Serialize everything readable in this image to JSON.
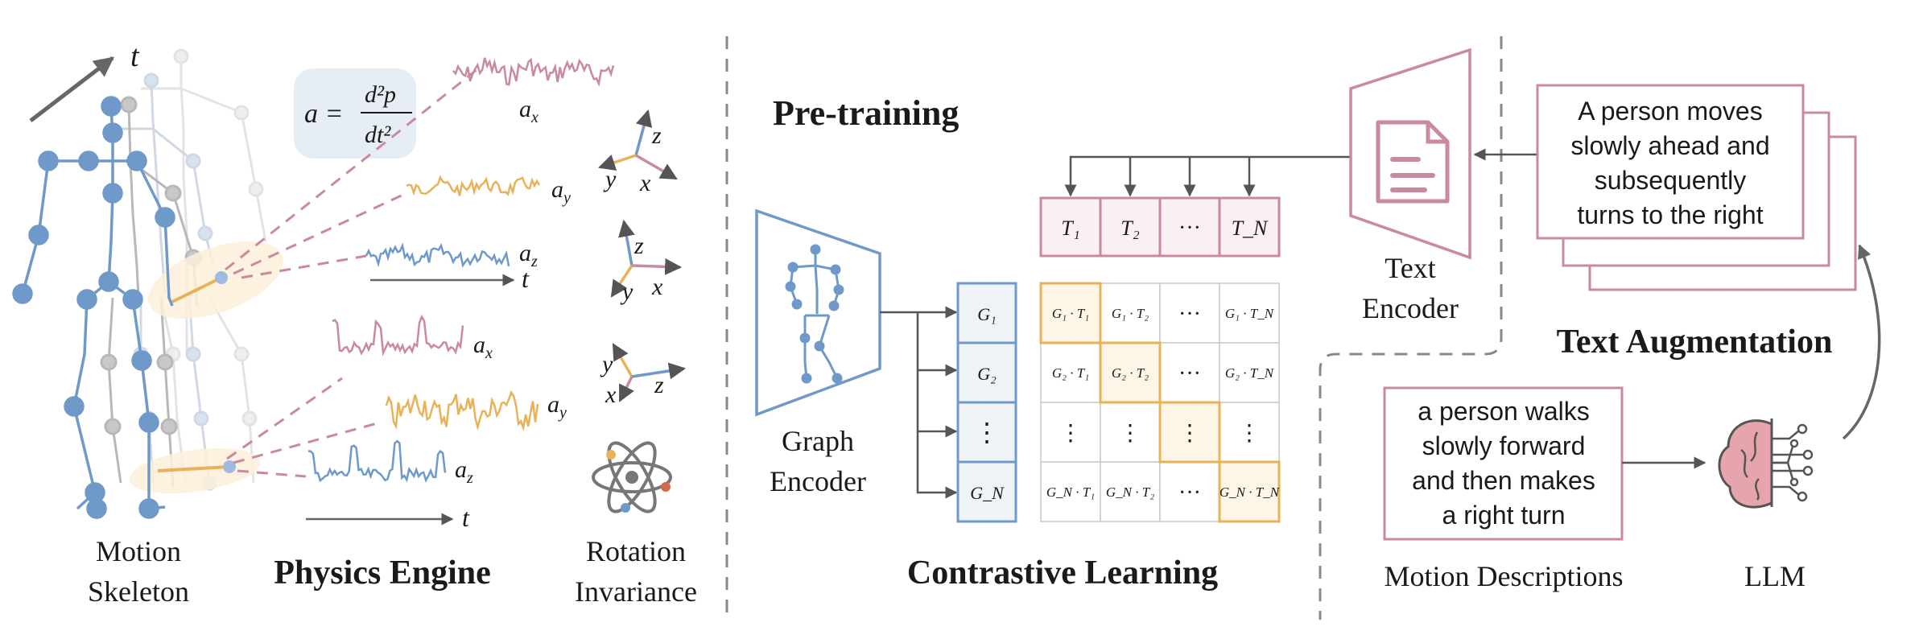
{
  "skeleton": {
    "time_axis": "t",
    "label_line1": "Motion",
    "label_line2": "Skeleton"
  },
  "physics": {
    "formula_lhs": "a =",
    "formula_num": "d²p",
    "formula_den": "dt²",
    "upper_signals": [
      "a",
      "a",
      "a"
    ],
    "upper_subs": [
      "x",
      "y",
      "z"
    ],
    "lower_signals": [
      "a",
      "a",
      "a"
    ],
    "lower_subs": [
      "x",
      "y",
      "z"
    ],
    "time_axis": "t",
    "title": "Physics Engine"
  },
  "rotation": {
    "axes": [
      {
        "up": "z",
        "left": "y",
        "right": "x"
      },
      {
        "up": "z",
        "left": "y",
        "right": "x"
      },
      {
        "up": "y",
        "left": "x",
        "right": "z"
      }
    ],
    "label_line1": "Rotation",
    "label_line2": "Invariance"
  },
  "pretraining": {
    "title": "Pre-training",
    "graph_encoder_line1": "Graph",
    "graph_encoder_line2": "Encoder",
    "text_tokens": [
      "T₁",
      "T₂",
      "···",
      "T_N"
    ],
    "graph_tokens": [
      "G₁",
      "G₂",
      "⋮",
      "G_N"
    ],
    "matrix": [
      [
        "G₁ · T₁",
        "G₁ · T₂",
        "···",
        "G₁ · T_N"
      ],
      [
        "G₂ · T₁",
        "G₂ · T₂",
        "···",
        "G₂ · T_N"
      ],
      [
        "⋮",
        "⋮",
        "⋮",
        "⋮"
      ],
      [
        "G_N · T₁",
        "G_N · T₂",
        "···",
        "G_N · T_N"
      ]
    ],
    "contrastive_title": "Contrastive Learning",
    "text_encoder_line1": "Text",
    "text_encoder_line2": "Encoder"
  },
  "augmentation": {
    "augmented_text": [
      "A person moves",
      "slowly ahead and",
      "subsequently",
      "turns to the right"
    ],
    "title": "Text Augmentation",
    "description_text": [
      "a person walks",
      "slowly forward",
      "and then makes",
      "a right turn"
    ],
    "description_label": "Motion Descriptions",
    "llm_label": "LLM"
  },
  "colors": {
    "blue": "#6f99c9",
    "blue_fill": "#eef3f8",
    "pink": "#c98a9c",
    "pink_fill": "#faf0f3",
    "orange": "#e8b25a",
    "orange_fill": "#fdf6e7",
    "gray": "#555555"
  }
}
